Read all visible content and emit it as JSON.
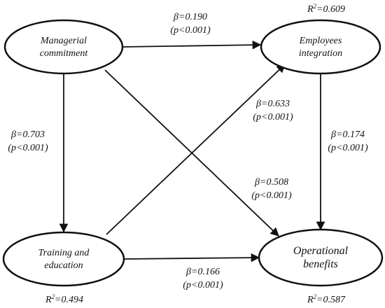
{
  "nodes": {
    "managerial": {
      "line1": "Managerial",
      "line2": "commitment"
    },
    "employees": {
      "line1": "Employees",
      "line2": "integration"
    },
    "training": {
      "line1": "Training and",
      "line2": "education"
    },
    "operational": {
      "line1": "Operational",
      "line2": "benefits"
    }
  },
  "paths": {
    "mc_ei": {
      "beta": "β=0.190",
      "p": "(p<0.001)"
    },
    "mc_te": {
      "beta": "β=0.703",
      "p": "(p<0.001)"
    },
    "te_ei": {
      "beta": "β=0.633",
      "p": "(p<0.001)"
    },
    "ei_ob": {
      "beta": "β=0.174",
      "p": "(p<0.001)"
    },
    "mc_ob": {
      "beta": "β=0.508",
      "p": "(p<0.001)"
    },
    "te_ob": {
      "beta": "β=0.166",
      "p": "(p<0.001)"
    }
  },
  "r2": {
    "employees": {
      "prefix": "R",
      "sup": "2",
      "value": "=0.609"
    },
    "training": {
      "prefix": "R",
      "sup": "2",
      "value": "=0.494"
    },
    "operational": {
      "prefix": "R",
      "sup": "2",
      "value": "=0.587"
    }
  }
}
